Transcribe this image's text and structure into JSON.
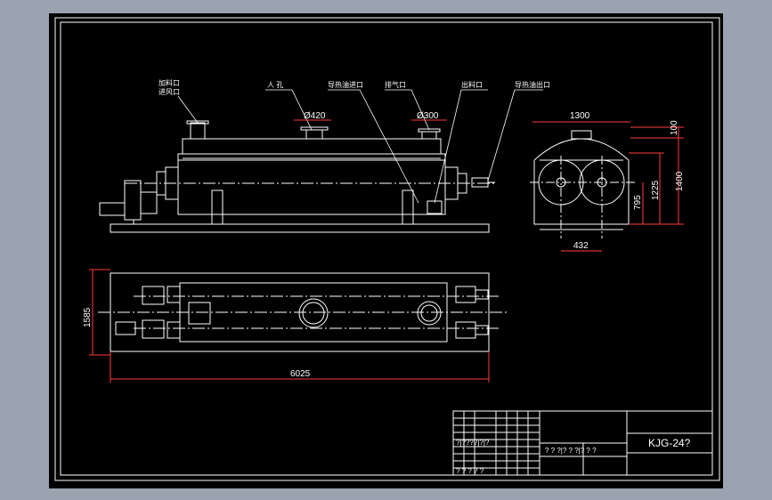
{
  "drawing": {
    "title_code": "KJG-24?",
    "callouts": {
      "left_top_1": "加料口",
      "left_top_2": "进风口",
      "manhole": "人  孔",
      "heat_in": "导热油进口",
      "exhaust": "排气口",
      "discharge": "出料口",
      "heat_out": "导热油出口"
    },
    "dimensions": {
      "manhole_dia": "Ø420",
      "exhaust_dia": "Ø300",
      "side_width": "1300",
      "side_top": "100",
      "side_height_total": "1400",
      "side_height_mid": "1225",
      "side_height_axis": "795",
      "side_axis_spacing": "432",
      "plan_width": "1585",
      "plan_length": "6025"
    },
    "title_block": {
      "cells_left": [
        "?",
        "?",
        "?",
        "?",
        "?",
        "?",
        "?",
        "?",
        "?",
        "?",
        "?",
        "?"
      ],
      "row_labels": [
        "? ?",
        "? ?",
        "? ?"
      ],
      "code_row": "? ?  ?|? ?  ?|? ?  ?",
      "small_row": "?|????|?|?",
      "bottom_row": "? ?   ?  ?    ?"
    }
  }
}
